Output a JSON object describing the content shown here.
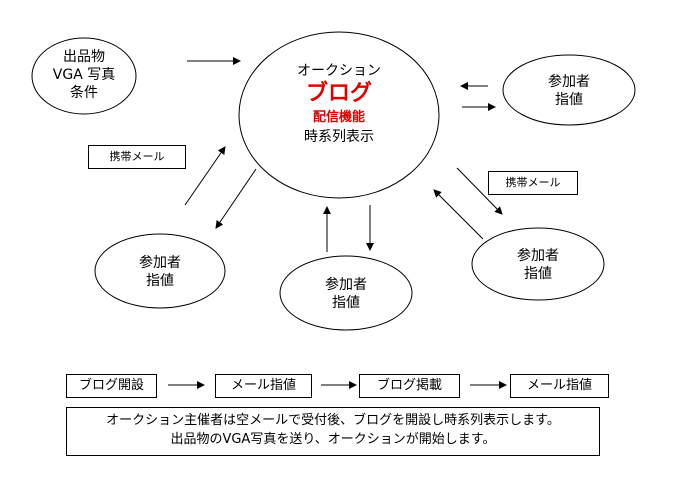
{
  "top_left": {
    "lines": [
      "出品物",
      "VGA 写真",
      "条件"
    ]
  },
  "center": {
    "title": "オークション",
    "blog": "ブログ",
    "sub": "配信機能",
    "line4": "時系列表示"
  },
  "participant_label": {
    "line1": "参加者",
    "line2": "指値"
  },
  "mobile_mail_label": "携帯メール",
  "flow": {
    "step1": "ブログ開設",
    "step2": "メール指値",
    "step3": "ブログ掲載",
    "step4": "メール指値"
  },
  "note": {
    "line1": "オークション主催者は空メールで受付後、ブログを開設し時系列表示します。",
    "line2": "出品物のVGA写真を送り、オークションが開始します。"
  }
}
